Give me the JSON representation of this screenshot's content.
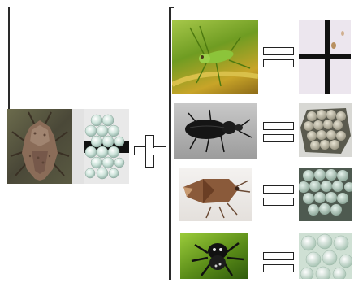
{
  "figure": {
    "left_group": {
      "insect": "stink-bug",
      "eggs": "stink-bug-egg-mass"
    },
    "rows": [
      {
        "insect": "katydid",
        "eggs": "egg-on-grid"
      },
      {
        "insect": "ground-beetle",
        "eggs": "dark-egg-cluster"
      },
      {
        "insect": "stink-bug-brown",
        "eggs": "green-egg-cluster"
      },
      {
        "insect": "jumping-spider",
        "eggs": "translucent-eggs"
      }
    ],
    "colors": {
      "line": "#2a2a2a",
      "background": "#ffffff"
    }
  }
}
